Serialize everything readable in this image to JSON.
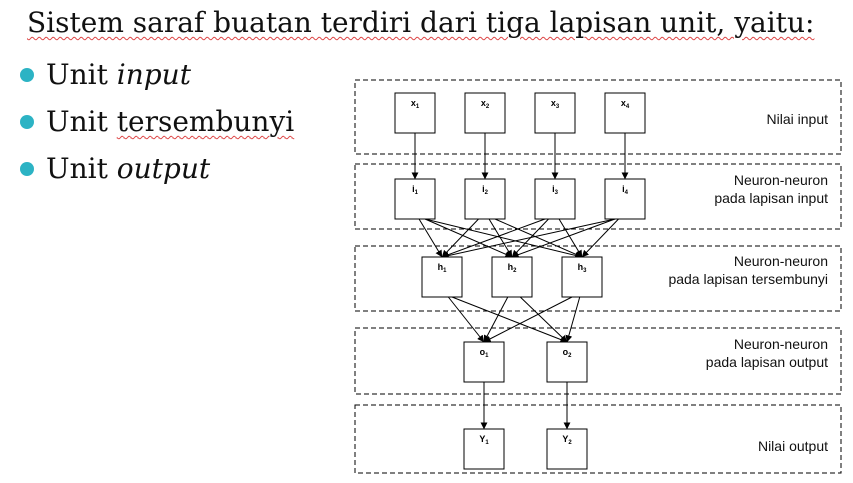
{
  "heading": {
    "text": "Sistem saraf buatan terdiri dari tiga lapisan unit, yaitu:"
  },
  "bullets": [
    {
      "prefix": "Unit ",
      "emph": "input"
    },
    {
      "prefix": "Unit ",
      "emph": "tersembunyi"
    },
    {
      "prefix": "Unit ",
      "emph": "output"
    }
  ],
  "colors": {
    "bullet": "#2cb3c4",
    "spellcheck": "#dd4444",
    "line": "#000000"
  },
  "diagram": {
    "layers": [
      {
        "id": "input-values",
        "label": [
          "Nilai input"
        ],
        "nodes": [
          "x1",
          "x2",
          "x3",
          "x4"
        ]
      },
      {
        "id": "input-neurons",
        "label": [
          "Neuron-neuron",
          "pada lapisan input"
        ],
        "nodes": [
          "i1",
          "i2",
          "i3",
          "i4"
        ]
      },
      {
        "id": "hidden-neurons",
        "label": [
          "Neuron-neuron",
          "pada lapisan  tersembunyi"
        ],
        "nodes": [
          "h1",
          "h2",
          "h3"
        ]
      },
      {
        "id": "output-neurons",
        "label": [
          "Neuron-neuron",
          "pada lapisan  output"
        ],
        "nodes": [
          "o1",
          "o2"
        ]
      },
      {
        "id": "output-values",
        "label": [
          "Nilai output"
        ],
        "nodes": [
          "Y1",
          "Y2"
        ]
      }
    ],
    "nodes": {
      "x1": {
        "base": "x",
        "sub": "1"
      },
      "x2": {
        "base": "x",
        "sub": "2"
      },
      "x3": {
        "base": "x",
        "sub": "3"
      },
      "x4": {
        "base": "x",
        "sub": "4"
      },
      "i1": {
        "base": "i",
        "sub": "1"
      },
      "i2": {
        "base": "i",
        "sub": "2"
      },
      "i3": {
        "base": "i",
        "sub": "3"
      },
      "i4": {
        "base": "i",
        "sub": "4"
      },
      "h1": {
        "base": "h",
        "sub": "1"
      },
      "h2": {
        "base": "h",
        "sub": "2"
      },
      "h3": {
        "base": "h",
        "sub": "3"
      },
      "o1": {
        "base": "o",
        "sub": "1"
      },
      "o2": {
        "base": "o",
        "sub": "2"
      },
      "Y1": {
        "base": "Y",
        "sub": "1"
      },
      "Y2": {
        "base": "Y",
        "sub": "2"
      }
    },
    "edges": [
      [
        "x1",
        "i1"
      ],
      [
        "x2",
        "i2"
      ],
      [
        "x3",
        "i3"
      ],
      [
        "x4",
        "i4"
      ],
      [
        "i1",
        "h1"
      ],
      [
        "i1",
        "h2"
      ],
      [
        "i1",
        "h3"
      ],
      [
        "i2",
        "h1"
      ],
      [
        "i2",
        "h2"
      ],
      [
        "i2",
        "h3"
      ],
      [
        "i3",
        "h1"
      ],
      [
        "i3",
        "h2"
      ],
      [
        "i3",
        "h3"
      ],
      [
        "i4",
        "h1"
      ],
      [
        "i4",
        "h2"
      ],
      [
        "i4",
        "h3"
      ],
      [
        "h1",
        "o1"
      ],
      [
        "h1",
        "o2"
      ],
      [
        "h2",
        "o1"
      ],
      [
        "h2",
        "o2"
      ],
      [
        "h3",
        "o1"
      ],
      [
        "h3",
        "o2"
      ],
      [
        "o1",
        "Y1"
      ],
      [
        "o2",
        "Y2"
      ]
    ]
  }
}
